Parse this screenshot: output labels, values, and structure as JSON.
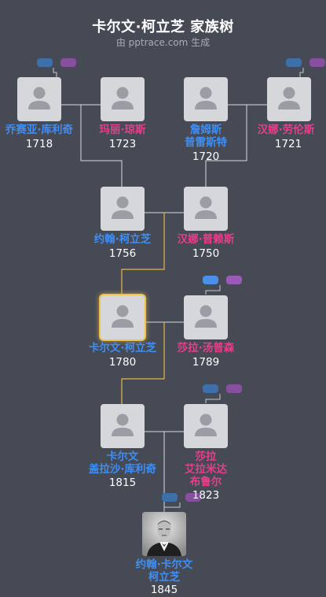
{
  "header": {
    "title": "卡尔文·柯立芝 家族树",
    "subtitle": "由 pptrace.com 生成"
  },
  "people": {
    "p1": {
      "name": "乔赛亚·库利奇",
      "year": "1718",
      "gender": "male"
    },
    "p2": {
      "name": "玛丽·琼斯",
      "year": "1723",
      "gender": "female"
    },
    "p3": {
      "name_line1": "詹姆斯",
      "name_line2": "普雷斯特",
      "year": "1720",
      "gender": "male"
    },
    "p4": {
      "name": "汉娜·劳伦斯",
      "year": "1721",
      "gender": "female"
    },
    "p5": {
      "name": "约翰·柯立芝",
      "year": "1756",
      "gender": "male"
    },
    "p6": {
      "name": "汉娜·普赖斯",
      "year": "1750",
      "gender": "female"
    },
    "p7": {
      "name": "卡尔文·柯立芝",
      "year": "1780",
      "gender": "male",
      "selected": true
    },
    "p8": {
      "name": "莎拉·汤普森",
      "year": "1789",
      "gender": "female"
    },
    "p9": {
      "name_line1": "卡尔文",
      "name_line2": "盖拉沙·库利奇",
      "year": "1815",
      "gender": "male"
    },
    "p10": {
      "name_line1": "莎拉",
      "name_line2": "艾拉米达",
      "name_line3": "布鲁尔",
      "year": "1823",
      "gender": "female"
    },
    "p11": {
      "name_line1": "约翰·卡尔文",
      "name_line2": "柯立芝",
      "year": "1845",
      "gender": "male"
    }
  },
  "colors": {
    "background": "#454a55",
    "male": "#3f8ef5",
    "female": "#e83e8c",
    "line": "#d7dade",
    "highlight_line": "#e8b645"
  }
}
